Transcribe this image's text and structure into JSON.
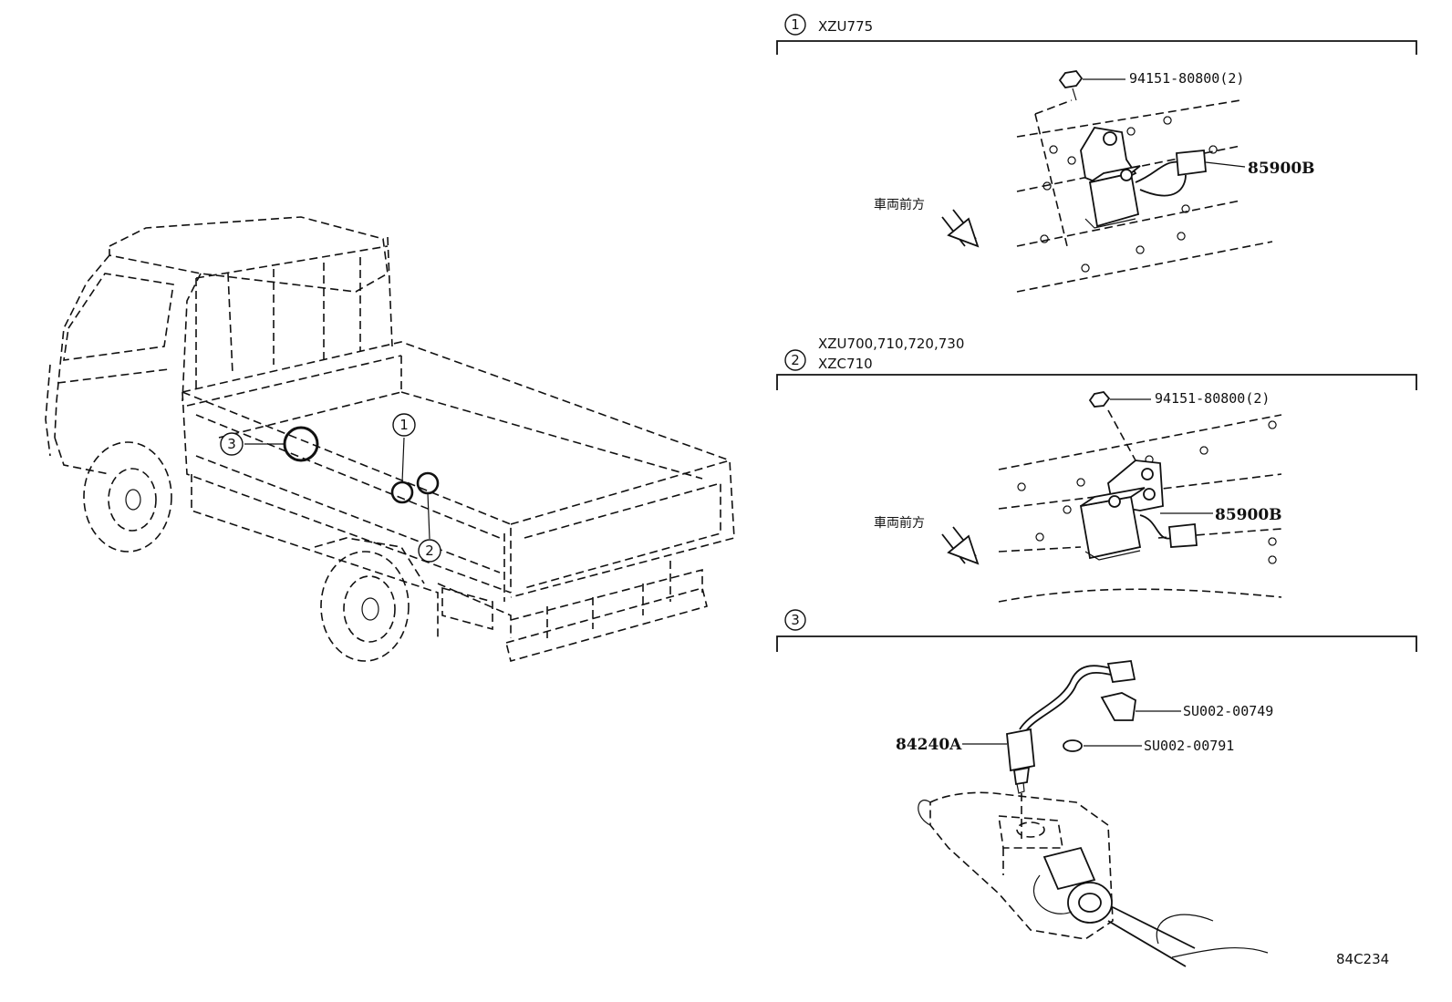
{
  "callouts": {
    "one": "1",
    "two": "2",
    "three": "3"
  },
  "section1": {
    "number": "1",
    "model": "XZU775",
    "bolt_part": "94151-80800(2)",
    "sensor_part": "85900B",
    "direction_label": "車両前方"
  },
  "section2": {
    "number": "2",
    "model_line1": "XZU700,710,720,730",
    "model_line2": "XZC710",
    "bolt_part": "94151-80800(2)",
    "sensor_part": "85900B",
    "direction_label": "車両前方"
  },
  "section3": {
    "number": "3",
    "switch_part": "84240A",
    "connector_part": "SU002-00749",
    "gasket_part": "SU002-00791"
  },
  "figure_code": "84C234"
}
